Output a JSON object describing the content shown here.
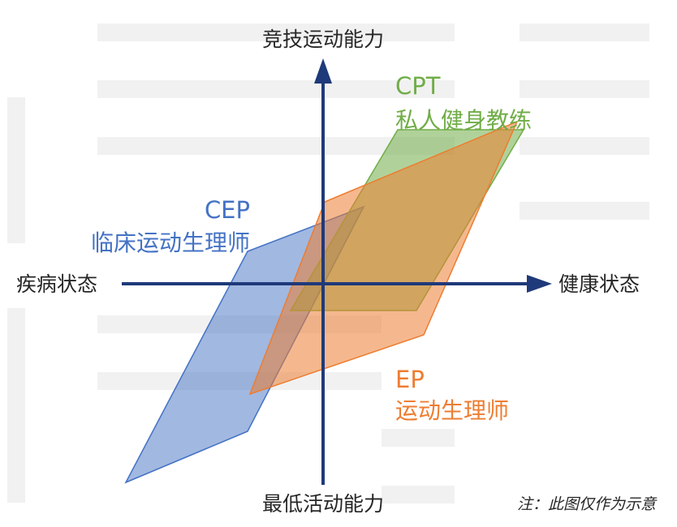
{
  "axes": {
    "top_label": "竞技运动能力",
    "bottom_label": "最低活动能力",
    "left_label": "疾病状态",
    "right_label": "健康状态"
  },
  "regions": {
    "cpt": {
      "code": "CPT",
      "name": "私人健身教练",
      "color": "#70ad47"
    },
    "cep": {
      "code": "CEP",
      "name": "临床运动生理师",
      "color": "#4472c4"
    },
    "ep": {
      "code": "EP",
      "name": "运动生理师",
      "color": "#ed7d31"
    }
  },
  "note": "注：此图仅作为示意",
  "colors": {
    "axis": "#1f3a7a",
    "text": "#262626"
  }
}
